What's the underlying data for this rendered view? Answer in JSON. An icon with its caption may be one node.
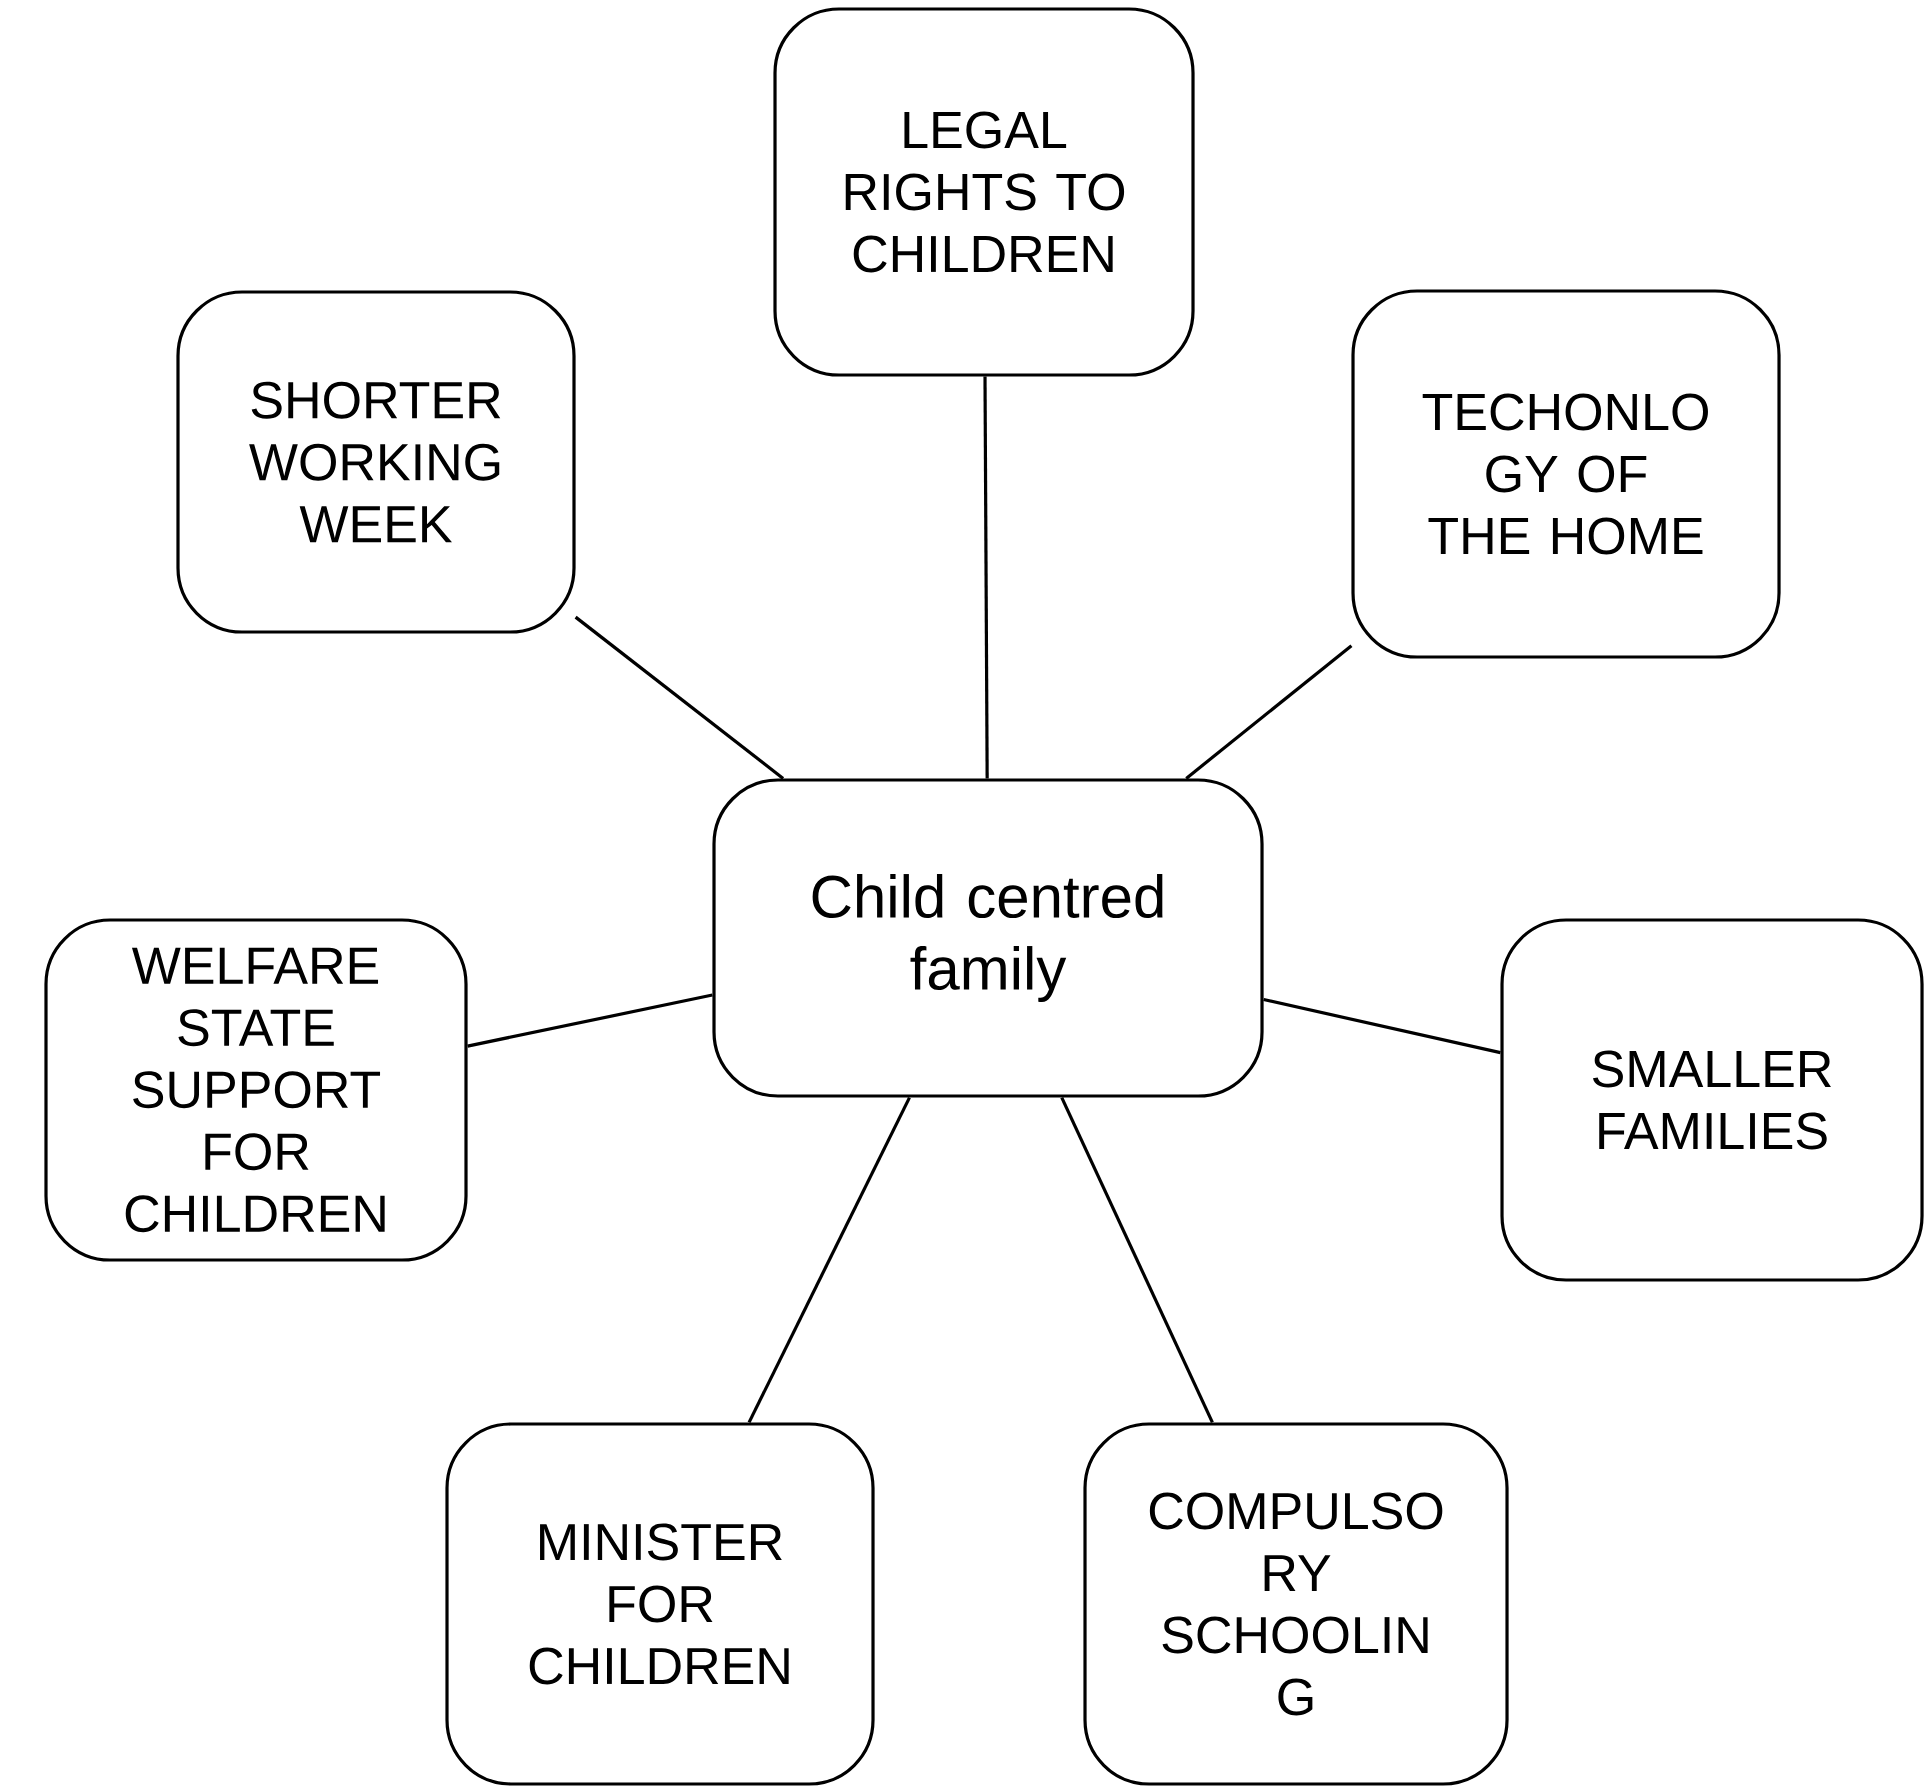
{
  "diagram": {
    "nodes": [
      {
        "text": [
          "LEGAL RIGHTS TO CHILDREN"
        ]
      },
      {
        "text": [
          "SHORTER WORKING WEEK"
        ]
      },
      {
        "text": [
          "TECHONLO GY OF THE HOME"
        ]
      },
      {
        "text": [
          "Child centred family"
        ]
      },
      {
        "text": [
          "WELFARE STATE SUPPORT FOR CHILDREN"
        ]
      },
      {
        "text": [
          "SMALLER FAMILIES"
        ]
      },
      {
        "text": [
          "MINISTER FOR CHILDREN"
        ]
      },
      {
        "text": [
          "COMPULSO RY SCHOOLIN G"
        ]
      }
    ],
    "edges": [
      {
        "from": 3,
        "to": 0,
        "arrow": "none"
      },
      {
        "from": 3,
        "to": 1,
        "arrow": "none"
      },
      {
        "from": 3,
        "to": 2,
        "arrow": "none"
      },
      {
        "from": 3,
        "to": 4,
        "arrow": "none"
      },
      {
        "from": 3,
        "to": 5,
        "arrow": "none"
      },
      {
        "from": 3,
        "to": 6,
        "arrow": "none"
      },
      {
        "from": 3,
        "to": 7,
        "arrow": "none"
      }
    ]
  }
}
